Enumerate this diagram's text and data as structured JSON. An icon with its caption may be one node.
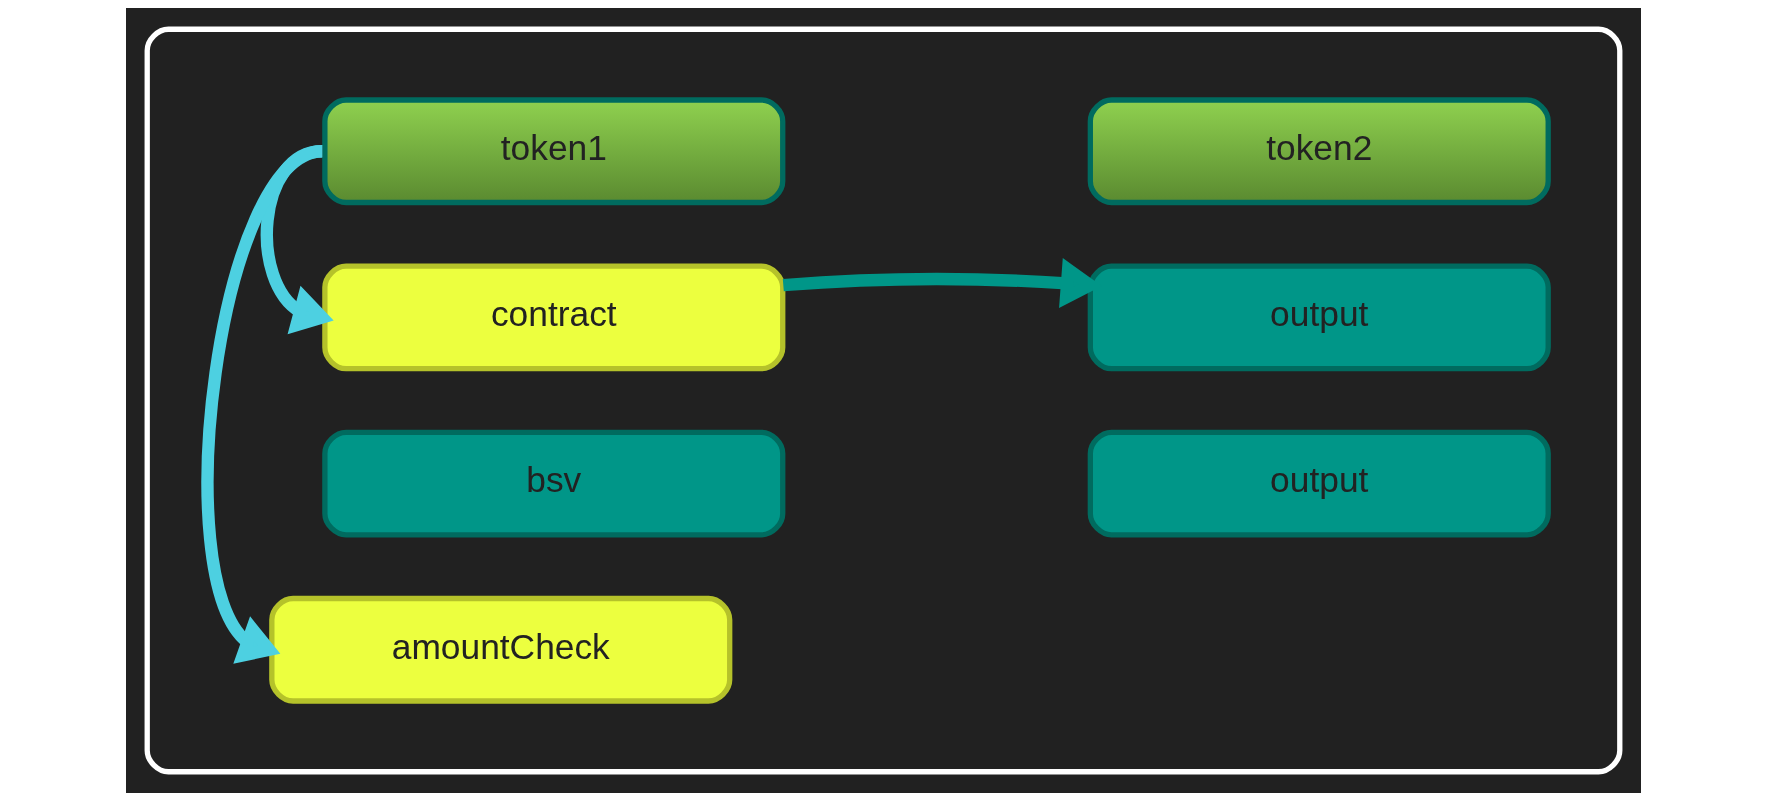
{
  "diagram": {
    "nodes": [
      {
        "text": [],
        "shape": "box"
      },
      {
        "text": [
          "token1"
        ],
        "in": 0
      },
      {
        "text": [
          "contract"
        ],
        "in": 0
      },
      {
        "text": [
          "bsv"
        ],
        "in": 0
      },
      {
        "text": [
          "amountCheck"
        ],
        "in": 0
      },
      {
        "text": [
          "token2"
        ],
        "in": 0
      },
      {
        "text": [
          "output"
        ],
        "in": 0
      },
      {
        "text": [
          "output"
        ],
        "in": 0
      }
    ],
    "edges": [
      {
        "from": 1,
        "to": 2,
        "arrow": "to"
      },
      {
        "from": 1,
        "to": 4,
        "arrow": "to"
      },
      {
        "from": 2,
        "to": 6,
        "arrow": "to",
        "color": "#009688"
      }
    ]
  }
}
